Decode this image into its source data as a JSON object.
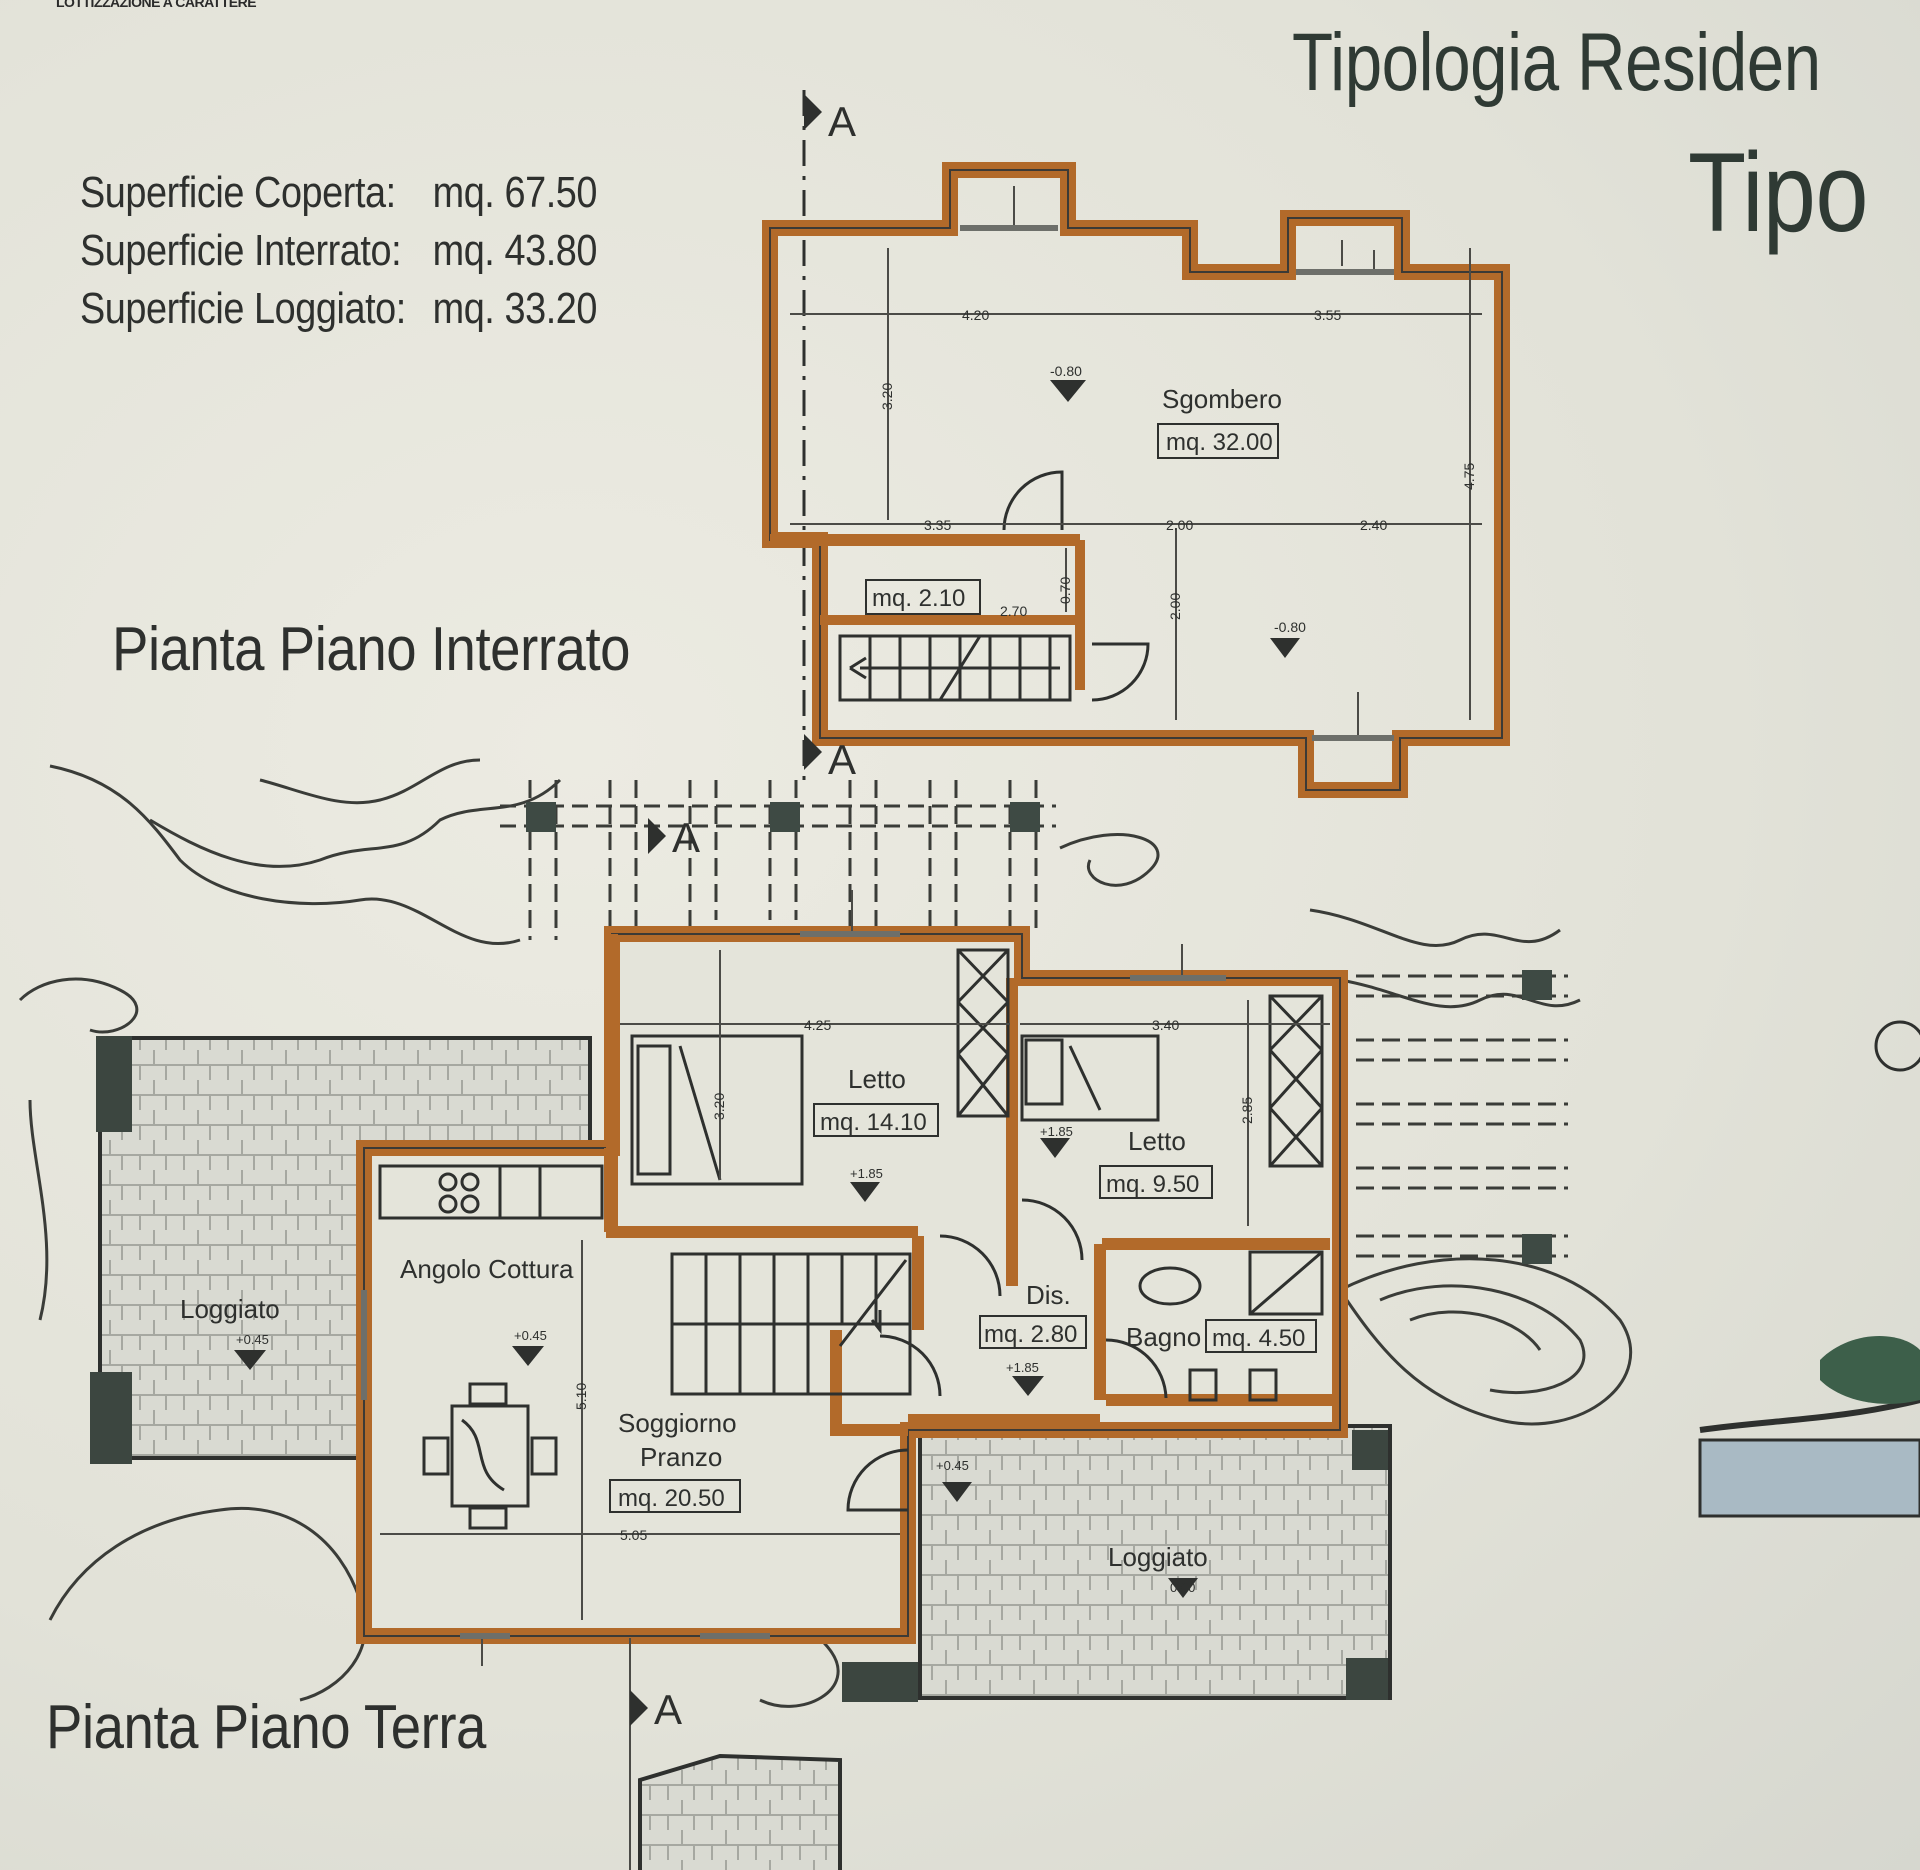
{
  "header_strip": "LOTTIZZAZIONE A CARATTERE",
  "title": "Tipologia Residen",
  "subtitle": "Tipo",
  "surfaces": [
    {
      "label": "Superficie Coperta:",
      "value": "mq. 67.50"
    },
    {
      "label": "Superficie Interrato:",
      "value": "mq. 43.80"
    },
    {
      "label": "Superficie Loggiato:",
      "value": "mq. 33.20"
    }
  ],
  "section_marker": "A",
  "interrato": {
    "title": "Pianta Piano Interrato",
    "sgombero": {
      "name": "Sgombero",
      "area": "mq. 32.00"
    },
    "ripostiglio_area": "mq. 2.10",
    "levels": [
      "-0.80",
      "-0.80"
    ],
    "dims": [
      "4.20",
      "3.55",
      "3.20",
      "4.75",
      "3.35",
      "2.00",
      "2.40",
      "2.70",
      "0.70",
      "2.00"
    ]
  },
  "terra": {
    "title": "Pianta Piano Terra",
    "letto1": {
      "name": "Letto",
      "area": "mq. 14.10",
      "level": "+1.85"
    },
    "letto2": {
      "name": "Letto",
      "area": "mq. 9.50",
      "level": "+1.85"
    },
    "angolo": "Angolo Cottura",
    "loggiato_left": {
      "name": "Loggiato",
      "level": "+0.45"
    },
    "cottura_level": "+0.45",
    "soggiorno": {
      "name1": "Soggiorno",
      "name2": "Pranzo",
      "area": "mq. 20.50"
    },
    "dis": {
      "name": "Dis.",
      "area": "mq. 2.80",
      "level": "+1.85"
    },
    "bagno": {
      "name": "Bagno",
      "area": "mq. 4.50"
    },
    "loggiato_right": {
      "name": "Loggiato",
      "level": "0.00"
    },
    "entry_level": "+0.45",
    "dims": [
      "4.25",
      "3.40",
      "3.20",
      "2.85",
      "5.10",
      "5.05"
    ]
  }
}
